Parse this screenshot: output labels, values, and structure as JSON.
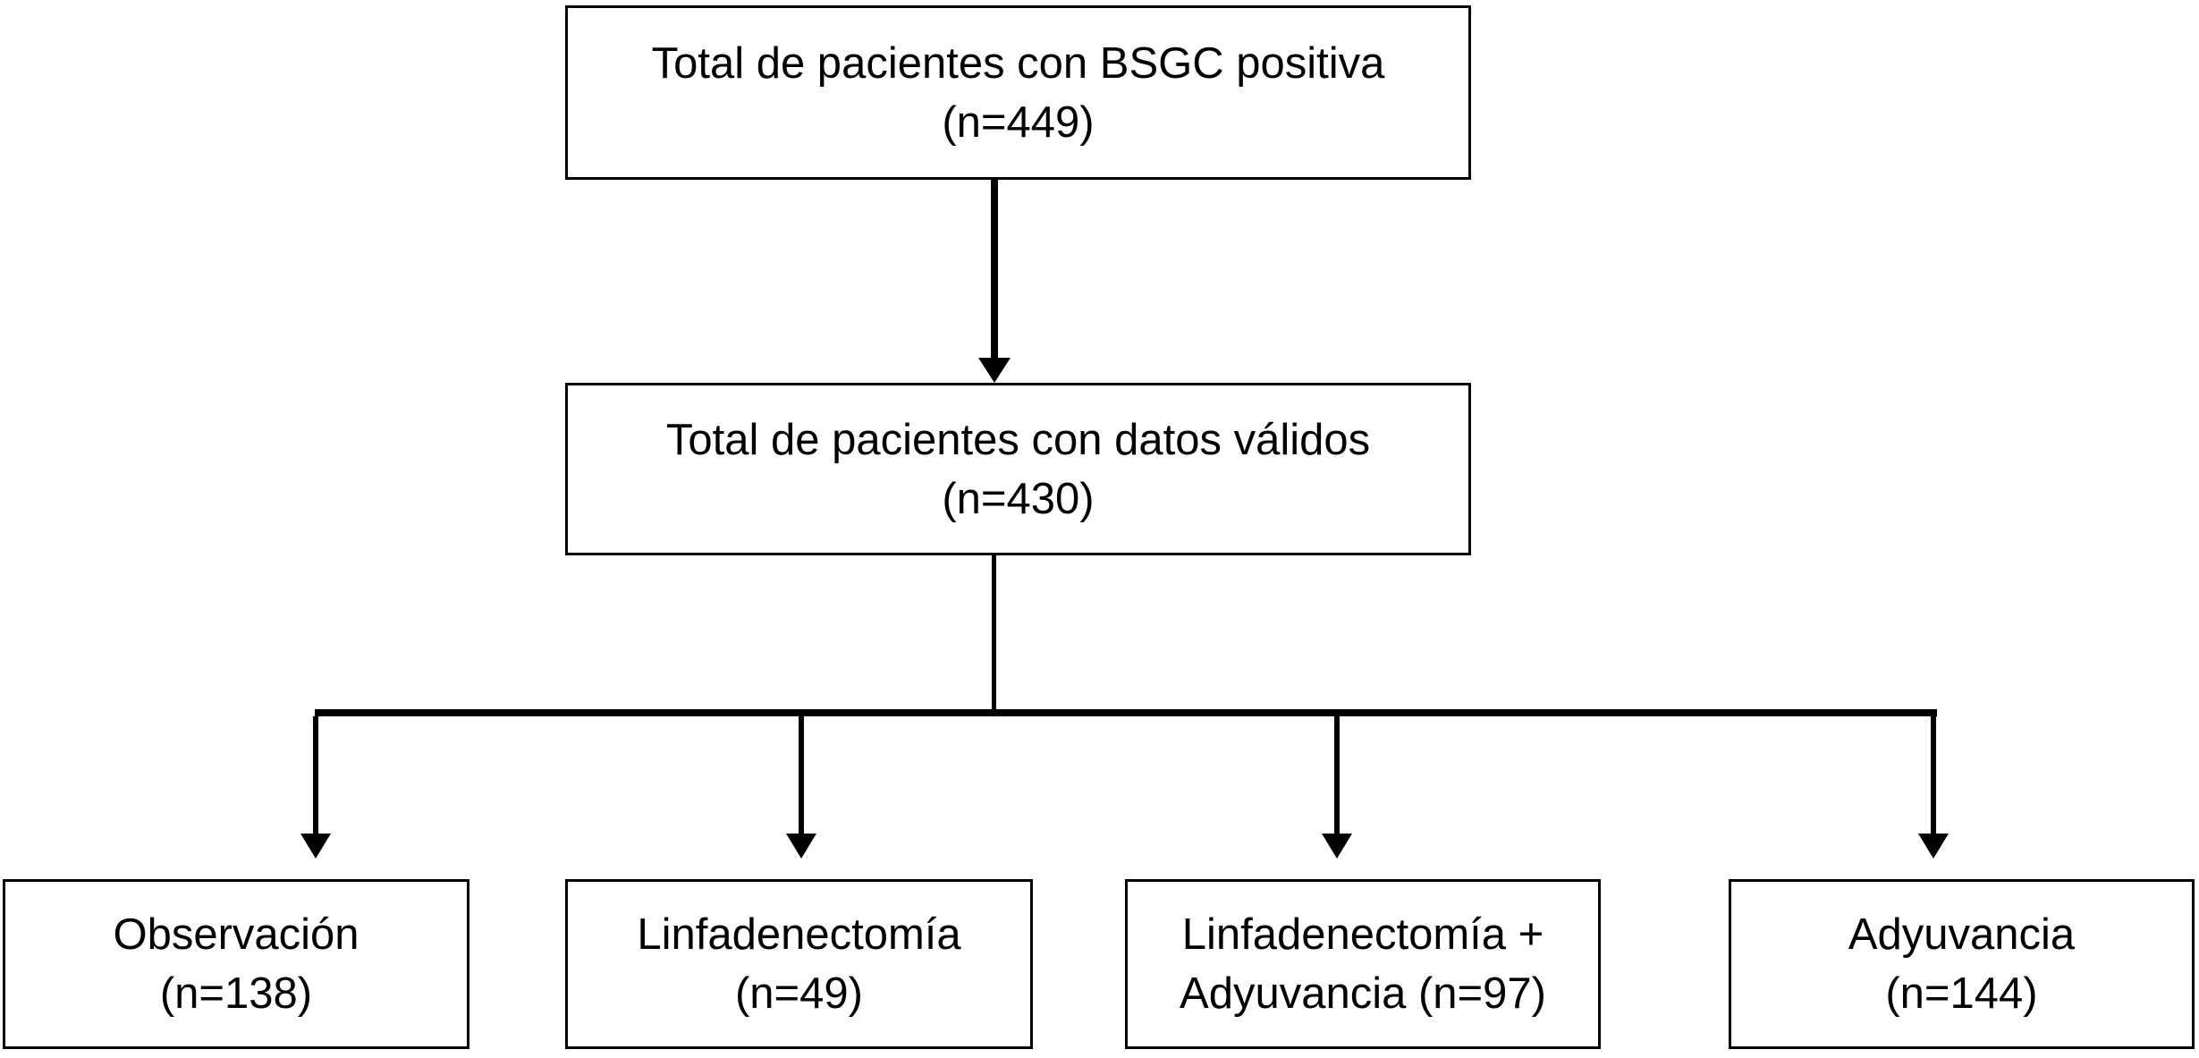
{
  "diagram": {
    "type": "flowchart",
    "background_color": "#ffffff",
    "line_color": "#000000",
    "text_color": "#000000",
    "nodes": {
      "top": {
        "line1": "Total de pacientes con BSGC positiva",
        "line2": "(n=449)",
        "n": 449
      },
      "mid": {
        "line1": "Total de pacientes con datos válidos",
        "line2": "(n=430)",
        "n": 430
      },
      "leaf1": {
        "line1": "Observación",
        "line2": "(n=138)",
        "n": 138
      },
      "leaf2": {
        "line1": "Linfadenectomía",
        "line2": "(n=49)",
        "n": 49
      },
      "leaf3": {
        "line1": "Linfadenectomía +",
        "line2": "Adyuvancia (n=97)",
        "n": 97
      },
      "leaf4": {
        "line1": "Adyuvancia",
        "line2": "(n=144)",
        "n": 144
      }
    }
  }
}
